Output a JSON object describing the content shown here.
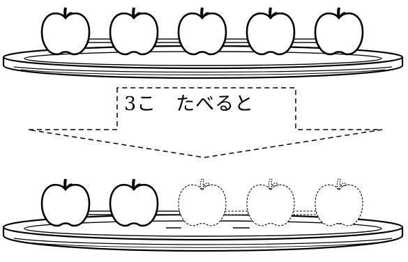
{
  "caption": "3こ　たべると",
  "diagram": {
    "apples_before": 5,
    "apples_eaten": 3,
    "apples_after": 2
  },
  "colors": {
    "line": "#000000",
    "background": "#ffffff"
  },
  "icons": {
    "apple": "apple-icon",
    "eaten_apple": "eaten-apple-outline-icon",
    "plate": "plate-icon",
    "arrow": "dashed-arrow-icon"
  }
}
